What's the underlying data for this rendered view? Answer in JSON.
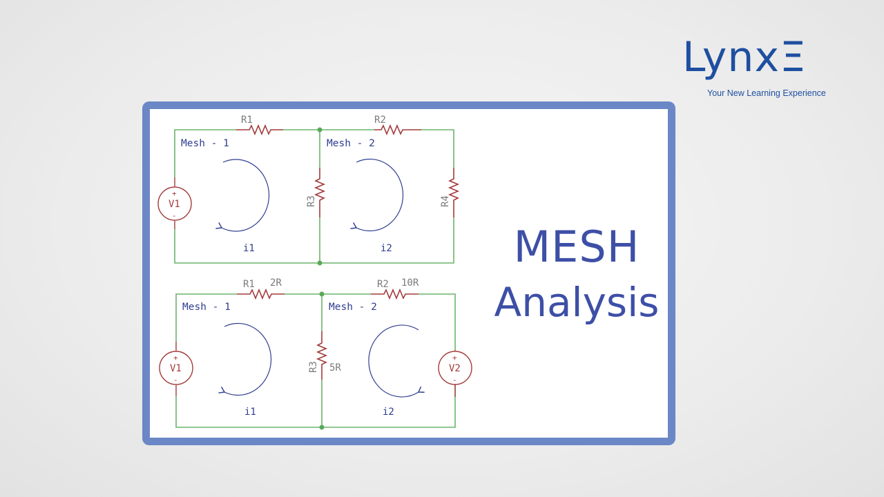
{
  "logo": {
    "word": "LynxΞ",
    "tagline": "Your New Learning Experience",
    "color": "#1e4fa0"
  },
  "title": {
    "line1": "MESH",
    "line2": "Analysis",
    "color": "#3d4fa6"
  },
  "frame": {
    "border_color": "#6b87c6"
  },
  "colors": {
    "wire": "#6bb36b",
    "component": "#a33a3a",
    "label_gray": "#7a7a7a",
    "mesh_text": "#2e3d8f",
    "node": "#5aa85a"
  },
  "circuit_top": {
    "mesh1_label": "Mesh - 1",
    "mesh2_label": "Mesh - 2",
    "r1": "R1",
    "r2": "R2",
    "r3": "R3",
    "r4": "R4",
    "v1": "V1",
    "plus": "+",
    "minus": "-",
    "i1": "i1",
    "i2": "i2"
  },
  "circuit_bottom": {
    "mesh1_label": "Mesh - 1",
    "mesh2_label": "Mesh - 2",
    "r1": "R1",
    "r1_value": "2R",
    "r2": "R2",
    "r2_value": "10R",
    "r3": "R3",
    "r3_value": "5R",
    "v1": "V1",
    "v2": "V2",
    "plus": "+",
    "minus": "-",
    "i1": "i1",
    "i2": "i2"
  }
}
